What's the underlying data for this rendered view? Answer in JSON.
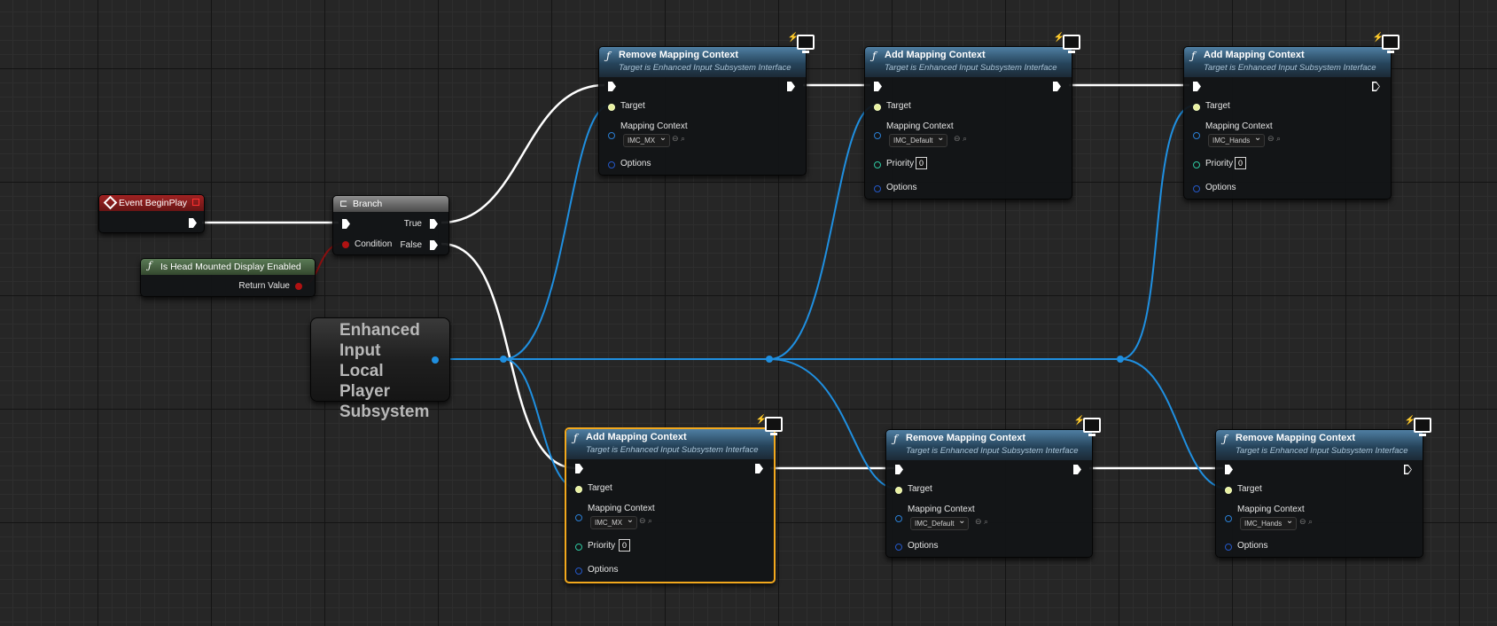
{
  "nodes": {
    "event_begin_play": {
      "title": "Event BeginPlay"
    },
    "hmd_enabled": {
      "title": "Is Head Mounted Display Enabled",
      "return_label": "Return Value"
    },
    "branch": {
      "title": "Branch",
      "condition_label": "Condition",
      "true_label": "True",
      "false_label": "False"
    },
    "subsystem": {
      "title": "Enhanced Input Local Player Subsystem"
    },
    "top_remove_mx": {
      "title": "Remove Mapping Context",
      "subtitle": "Target is Enhanced Input Subsystem Interface",
      "target_label": "Target",
      "mapping_label": "Mapping Context",
      "mapping_value": "IMC_MX",
      "options_label": "Options"
    },
    "top_add_default": {
      "title": "Add Mapping Context",
      "subtitle": "Target is Enhanced Input Subsystem Interface",
      "target_label": "Target",
      "mapping_label": "Mapping Context",
      "mapping_value": "IMC_Default",
      "priority_label": "Priority",
      "priority_value": "0",
      "options_label": "Options"
    },
    "top_add_hands": {
      "title": "Add Mapping Context",
      "subtitle": "Target is Enhanced Input Subsystem Interface",
      "target_label": "Target",
      "mapping_label": "Mapping Context",
      "mapping_value": "IMC_Hands",
      "priority_label": "Priority",
      "priority_value": "0",
      "options_label": "Options"
    },
    "bot_add_mx": {
      "title": "Add Mapping Context",
      "subtitle": "Target is Enhanced Input Subsystem Interface",
      "target_label": "Target",
      "mapping_label": "Mapping Context",
      "mapping_value": "IMC_MX",
      "priority_label": "Priority",
      "priority_value": "0",
      "options_label": "Options"
    },
    "bot_remove_default": {
      "title": "Remove Mapping Context",
      "subtitle": "Target is Enhanced Input Subsystem Interface",
      "target_label": "Target",
      "mapping_label": "Mapping Context",
      "mapping_value": "IMC_Default",
      "options_label": "Options"
    },
    "bot_remove_hands": {
      "title": "Remove Mapping Context",
      "subtitle": "Target is Enhanced Input Subsystem Interface",
      "target_label": "Target",
      "mapping_label": "Mapping Context",
      "mapping_value": "IMC_Hands",
      "options_label": "Options"
    }
  },
  "colors": {
    "exec_wire": "#ffffff",
    "object_wire": "#1f8fe0",
    "bool_wire": "#8a1010",
    "selected_outline": "#f2a81d"
  }
}
